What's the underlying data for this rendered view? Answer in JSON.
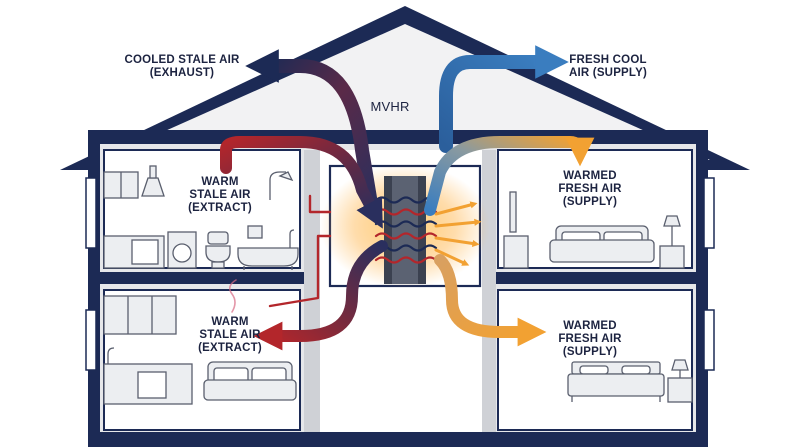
{
  "unit_label": "MVHR",
  "labels": {
    "exhaust": [
      "COOLED STALE AIR",
      "(EXHAUST)"
    ],
    "supply_in": [
      "FRESH COOL",
      "AIR (SUPPLY)"
    ],
    "extract_upper": [
      "WARM",
      "STALE AIR",
      "(EXTRACT)"
    ],
    "extract_lower": [
      "WARM",
      "STALE AIR",
      "(EXTRACT)"
    ],
    "supply_upper": [
      "WARMED",
      "FRESH AIR",
      "(SUPPLY)"
    ],
    "supply_lower": [
      "WARMED",
      "FRESH AIR",
      "(SUPPLY)"
    ]
  },
  "colors": {
    "structure": "#1c2a55",
    "roof_fill": "#f2f2f3",
    "wall_fill": "#e6e7ea",
    "room_fill": "#ffffff",
    "stale_warm": "#b3262b",
    "stale_cool": "#2a2f5e",
    "fresh_cool": "#3a7dbf",
    "fresh_warm": "#f2a132",
    "heat_glow": "#ffb347"
  },
  "icons": [
    "stove-icon",
    "range-hood-icon",
    "washing-machine-icon",
    "toilet-icon",
    "bathtub-icon",
    "shower-icon",
    "sofa-icon",
    "tv-icon",
    "lamp-icon",
    "bed-icon",
    "nightstand-icon",
    "heat-exchanger-icon"
  ]
}
